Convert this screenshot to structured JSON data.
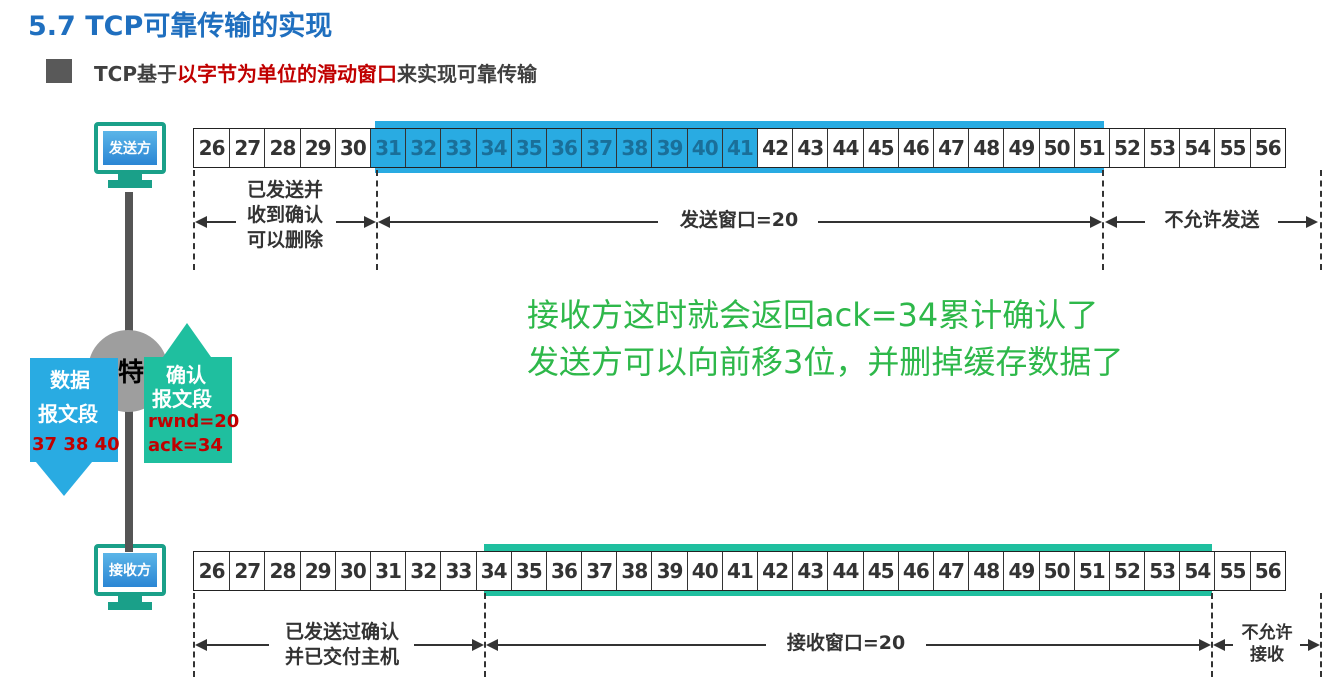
{
  "title": "5.7 TCP可靠传输的实现",
  "subtitle": {
    "pre": "TCP基于",
    "highlight": "以字节为单位的滑动窗口",
    "post": "来实现可靠传输"
  },
  "sender": {
    "label": "发送方",
    "cells": [
      "26",
      "27",
      "28",
      "29",
      "30",
      "31",
      "32",
      "33",
      "34",
      "35",
      "36",
      "37",
      "38",
      "39",
      "40",
      "41",
      "42",
      "43",
      "44",
      "45",
      "46",
      "47",
      "48",
      "49",
      "50",
      "51",
      "52",
      "53",
      "54",
      "55",
      "56"
    ],
    "acked_label": [
      "已发送并",
      "收到确认",
      "可以删除"
    ],
    "window_label": "发送窗口=20",
    "disallowed_label": "不允许发送"
  },
  "receiver": {
    "label": "接收方",
    "cells": [
      "26",
      "27",
      "28",
      "29",
      "30",
      "31",
      "32",
      "33",
      "34",
      "35",
      "36",
      "37",
      "38",
      "39",
      "40",
      "41",
      "42",
      "43",
      "44",
      "45",
      "46",
      "47",
      "48",
      "49",
      "50",
      "51",
      "52",
      "53",
      "54",
      "55",
      "56"
    ],
    "delivered_label": [
      "已发送过确认",
      "并已交付主机"
    ],
    "window_label": "接收窗口=20",
    "disallowed_label": [
      "不允许",
      "接收"
    ]
  },
  "note": [
    "接收方这时就会返回ack=34累计确认了",
    "发送方可以向前移3位，并删掉缓存数据了"
  ],
  "network_label": "特",
  "data_segment": {
    "title": [
      "数据",
      "报文段"
    ],
    "bytes": "37 38 40"
  },
  "ack_segment": {
    "title": [
      "确认",
      "报文段"
    ],
    "rwnd": "rwnd=20",
    "ack": "ack=34"
  },
  "colors": {
    "blue": "#29abe2",
    "teal": "#1fbf9f",
    "green": "#2eb84a",
    "red": "#c00000",
    "title_blue": "#1f6fbf"
  }
}
